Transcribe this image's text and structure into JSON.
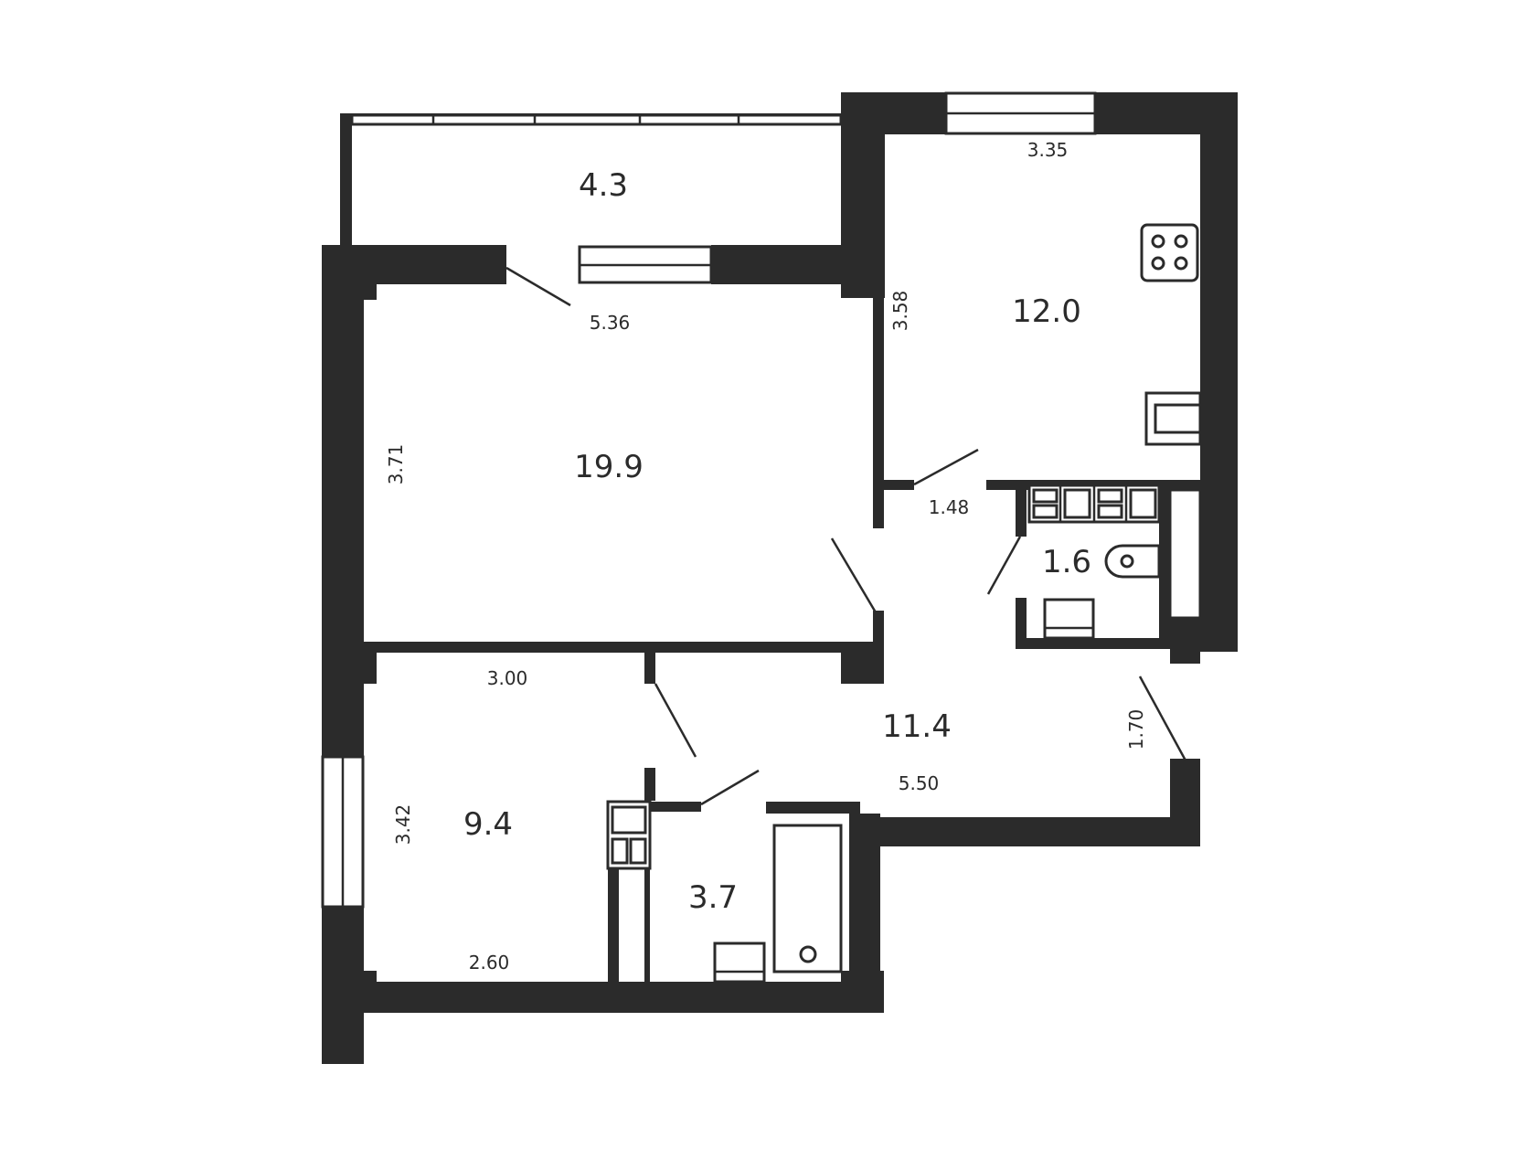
{
  "floor_plan": {
    "rooms": {
      "loggia": {
        "area": "4.3"
      },
      "kitchen": {
        "area": "12.0"
      },
      "living": {
        "area": "19.9"
      },
      "toilet": {
        "area": "1.6"
      },
      "hallway": {
        "area": "11.4"
      },
      "bedroom": {
        "area": "9.4"
      },
      "bathroom": {
        "area": "3.7"
      }
    },
    "dimensions": {
      "kitchen_width": "3.35",
      "kitchen_height": "3.58",
      "living_width": "5.36",
      "living_height": "3.71",
      "toilet_width": "1.48",
      "bedroom_top": "3.00",
      "bedroom_height": "3.42",
      "bedroom_bottom": "2.60",
      "hallway_width": "5.50",
      "hallway_depth": "1.70"
    },
    "colors": {
      "wall": "#2b2b2b",
      "background": "#ffffff"
    }
  }
}
